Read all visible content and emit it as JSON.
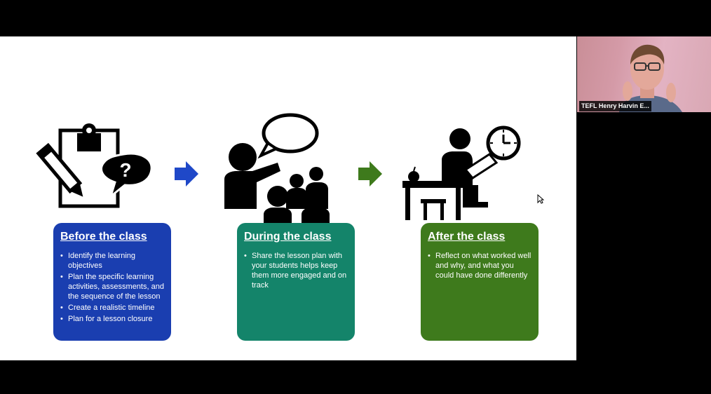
{
  "slide": {
    "cards": [
      {
        "title": "Before the class",
        "color": "#1a3eb0",
        "items": [
          "Identify the learning objectives",
          "Plan the specific learning activities, assessments, and the sequence of the lesson",
          "Create a realistic timeline",
          "Plan for a lesson closure"
        ]
      },
      {
        "title": "During the class",
        "color": "#14846a",
        "items": [
          "Share the lesson plan with your students helps keep them more engaged and on track"
        ]
      },
      {
        "title": "After the class",
        "color": "#3e7a1c",
        "items": [
          "Reflect on what worked well and why, and what you could have done differently"
        ]
      }
    ],
    "icons": [
      "clipboard-question-icon",
      "teacher-students-icon",
      "desk-clock-icon"
    ],
    "arrow_colors": [
      "#1f48c8",
      "#3e7a1c"
    ],
    "question_mark": "?"
  },
  "video": {
    "participant_name": "TEFL Henry Harvin E..."
  }
}
